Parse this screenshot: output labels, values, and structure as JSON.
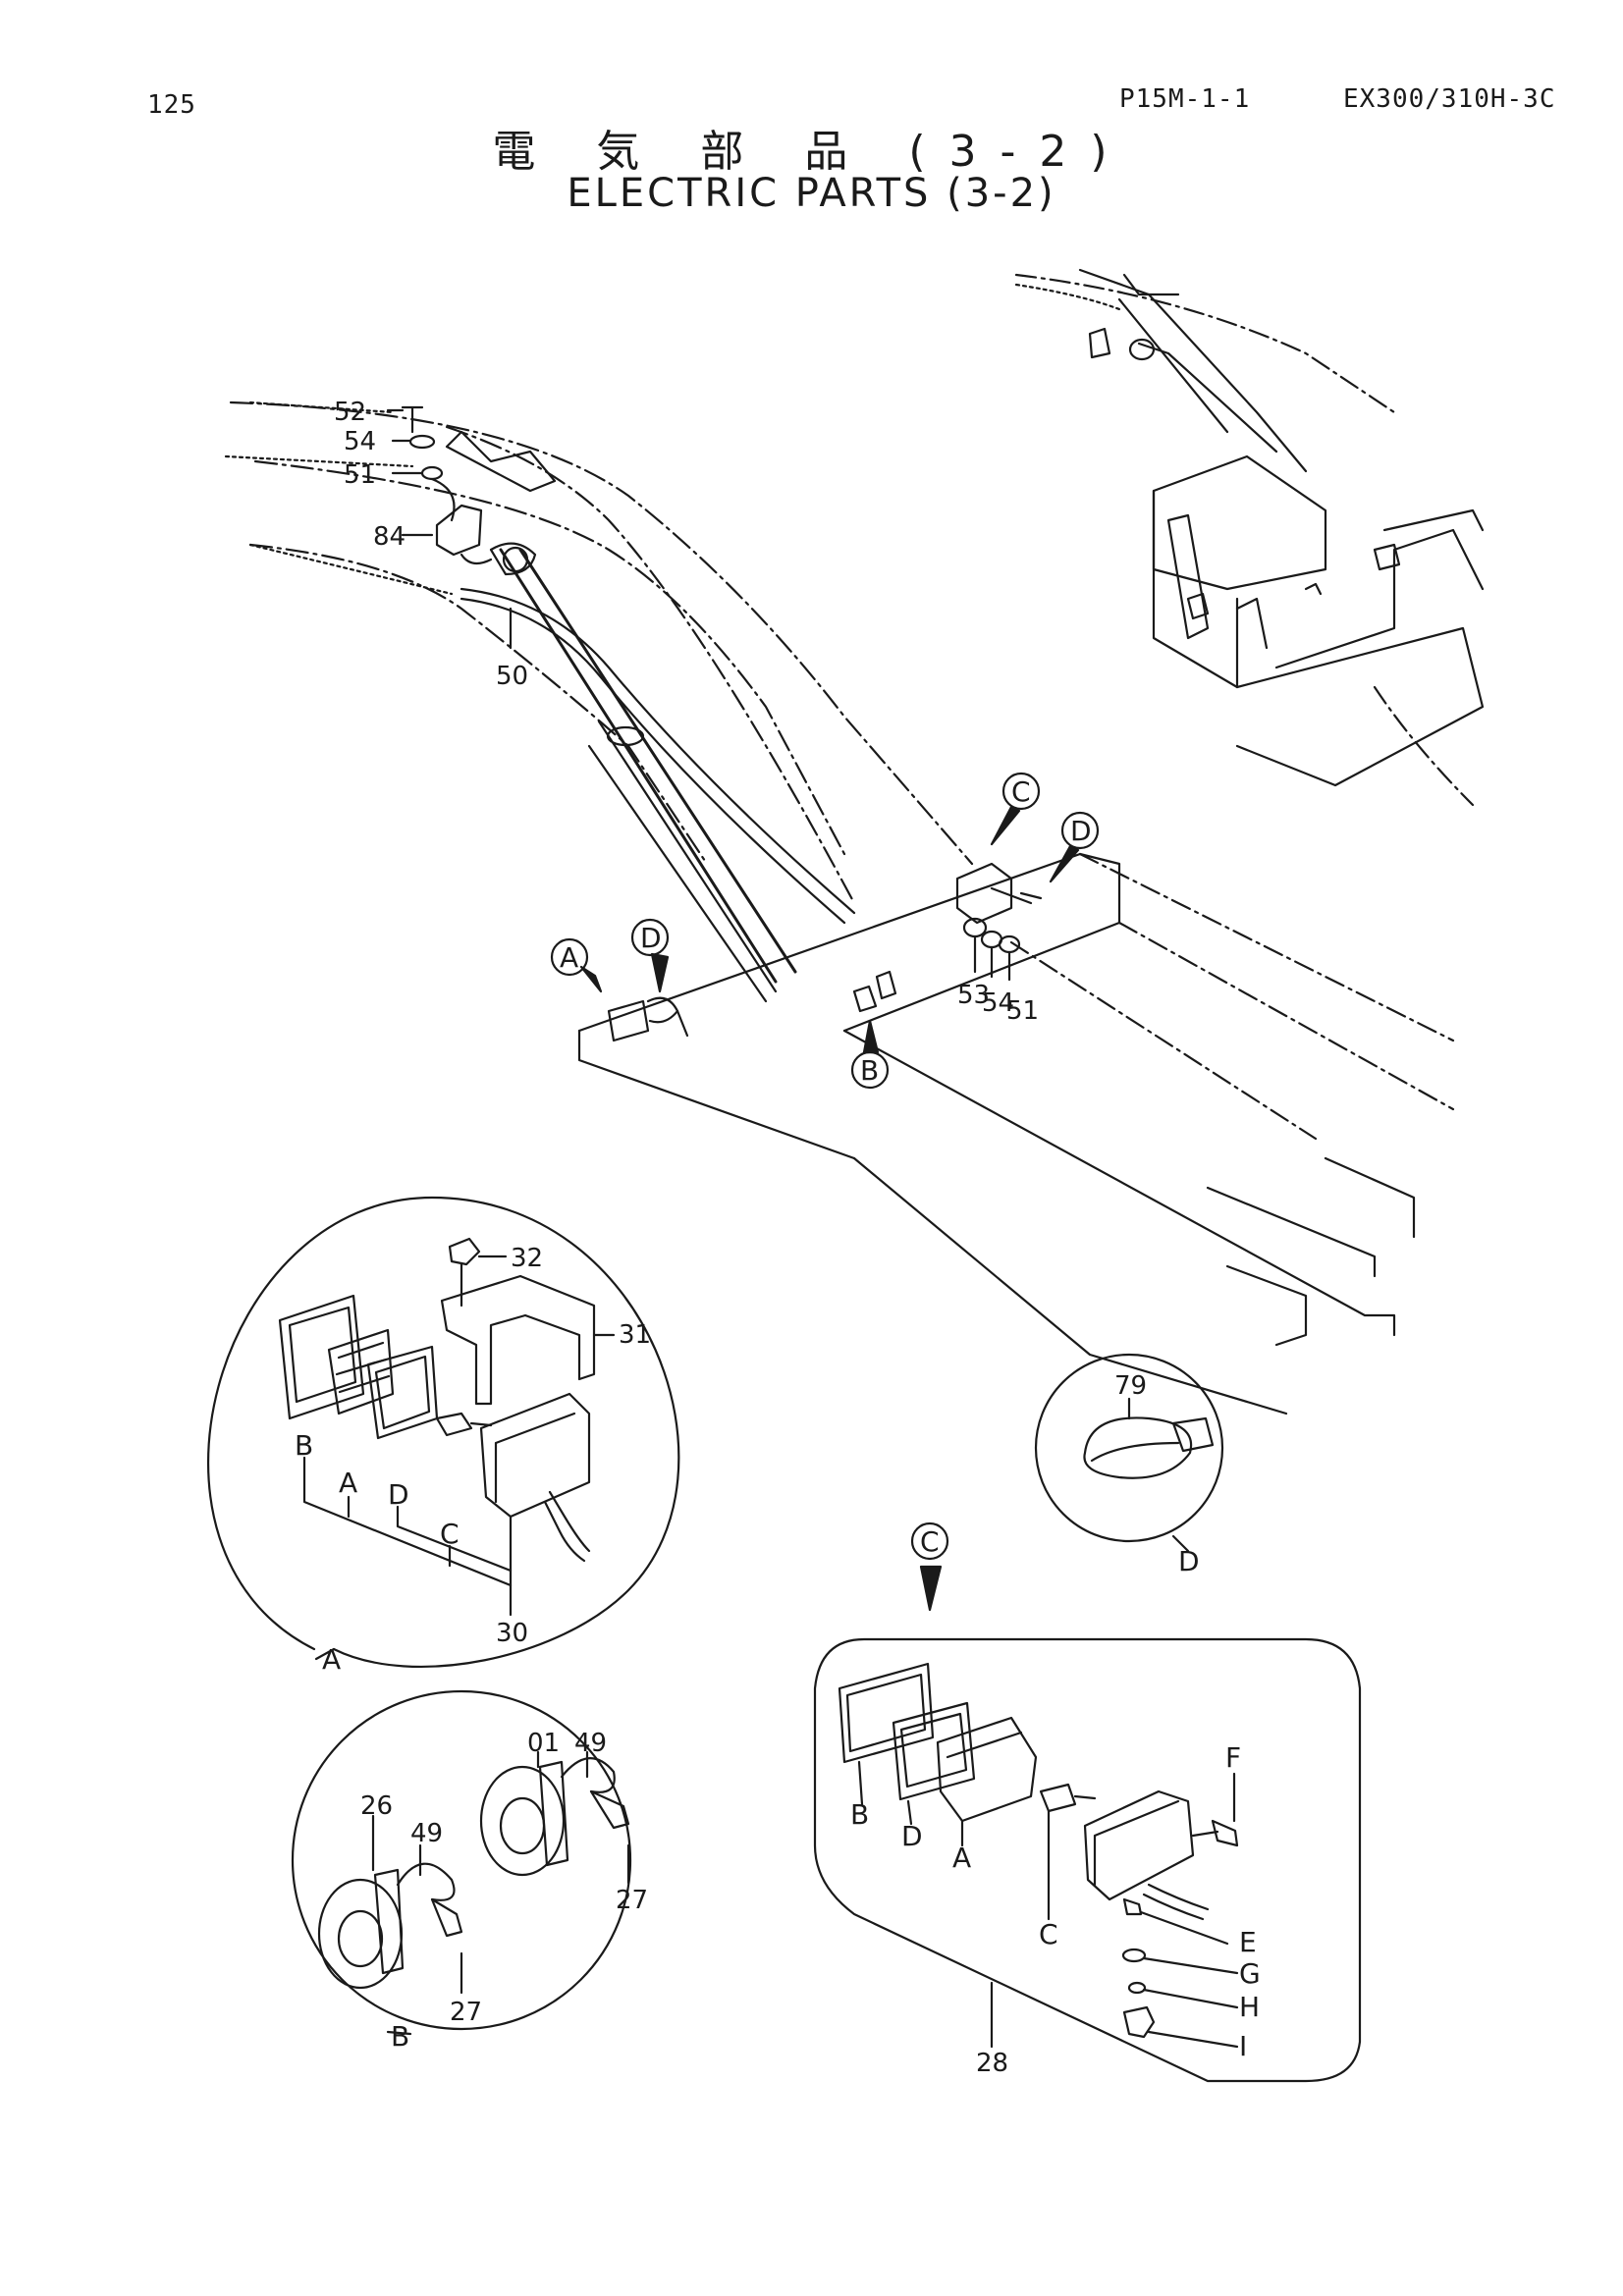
{
  "header": {
    "page_number": "125",
    "catalog_code": "P15M-1-1",
    "model": "EX300/310H-3C"
  },
  "title": {
    "japanese": "電 気 部 品 (3-2)",
    "english": "ELECTRIC PARTS (3-2)"
  },
  "main_callouts": {
    "n52": "52",
    "n54": "54",
    "n51": "51",
    "n84": "84",
    "n50": "50",
    "n53b": "53",
    "n54b": "54",
    "n51b": "51"
  },
  "reference_markers": {
    "A": "A",
    "B": "B",
    "C": "C",
    "D1": "D",
    "D2": "D"
  },
  "detail_A": {
    "label": "A",
    "p32": "32",
    "p31": "31",
    "p30": "30",
    "sub_B": "B",
    "sub_A": "A",
    "sub_D": "D",
    "sub_C": "C"
  },
  "detail_B": {
    "label": "B",
    "p26": "26",
    "p49a": "49",
    "p27a": "27",
    "p01": "01",
    "p49b": "49",
    "p27b": "27"
  },
  "detail_D": {
    "label": "D",
    "p79": "79"
  },
  "detail_C": {
    "label": "C",
    "p28": "28",
    "sub_B": "B",
    "sub_D": "D",
    "sub_A": "A",
    "sub_C": "C",
    "sub_F": "F",
    "sub_E": "E",
    "sub_G": "G",
    "sub_H": "H",
    "sub_I": "I"
  }
}
